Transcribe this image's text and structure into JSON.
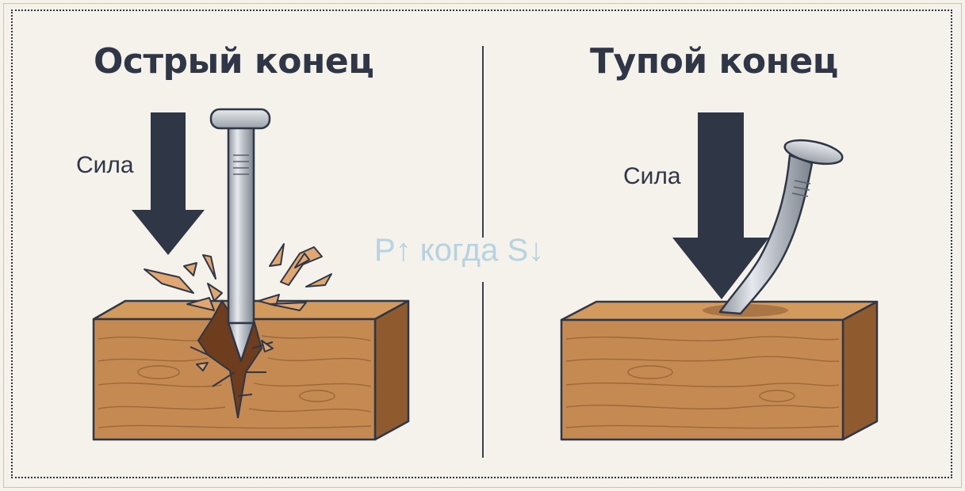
{
  "left_panel": {
    "title": "Острый конец",
    "force_label": "Сила"
  },
  "right_panel": {
    "title": "Тупой конец",
    "force_label": "Сила"
  },
  "center_note": "P↑ когда S↓",
  "colors": {
    "background": "#f4f2ea",
    "ink": "#2f3646",
    "wood_front": "#c48a52",
    "wood_top": "#d39a5e",
    "wood_side": "#8f5a2e",
    "nail": "#b9bec6",
    "note": "#b5d3e0"
  },
  "icons": [
    "down-arrow-icon",
    "nail-icon",
    "wood-block-icon",
    "wood-splinter-icon"
  ]
}
